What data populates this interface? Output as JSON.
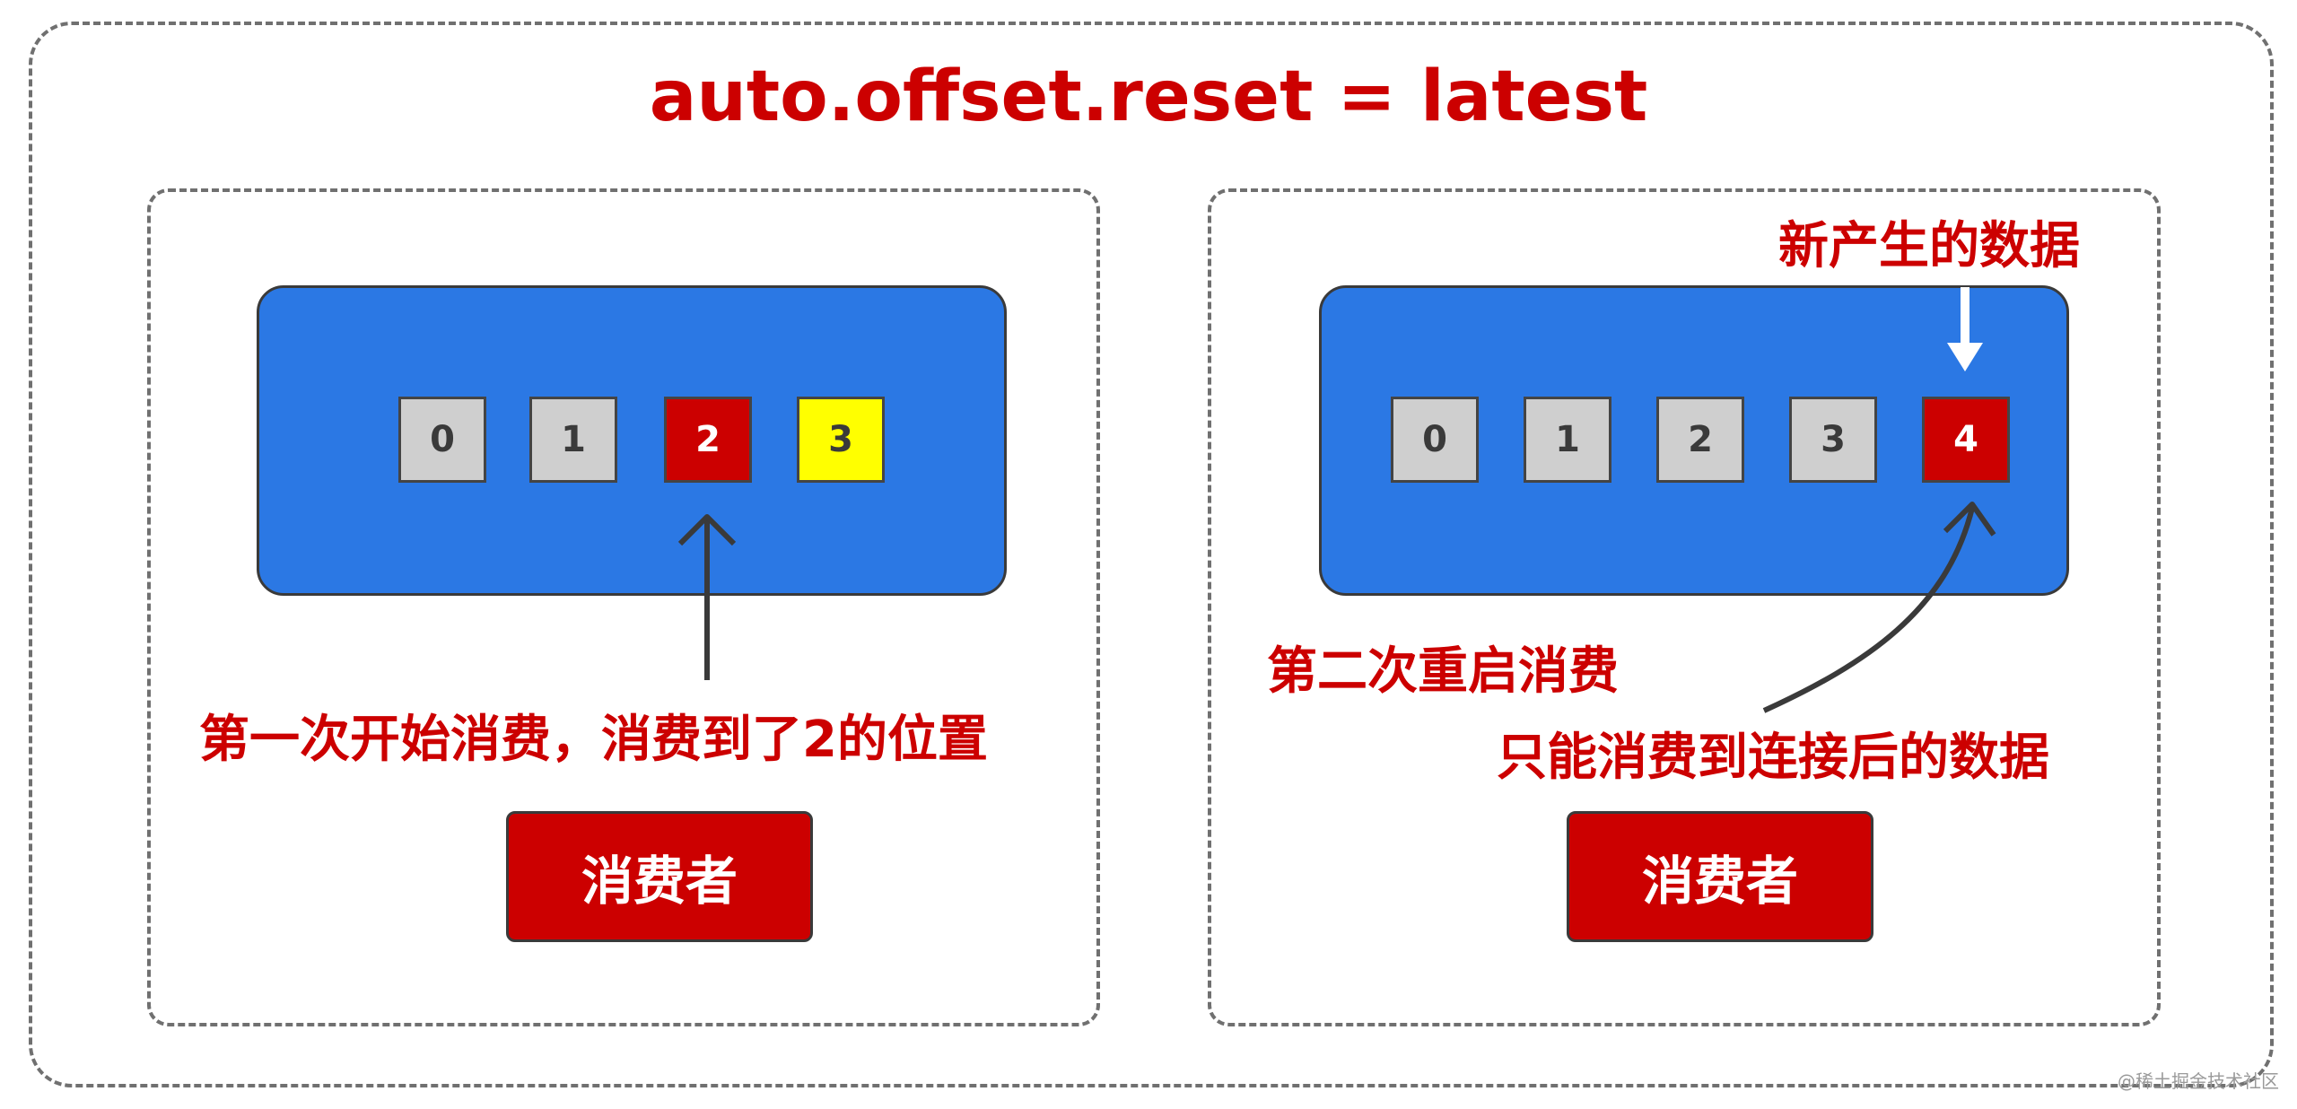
{
  "title": "auto.offset.reset = latest",
  "colors": {
    "title_red": "#cc0000",
    "topic_blue": "#2b78e4",
    "cell_gray": "#cfcfcf",
    "cell_red": "#cc0000",
    "cell_yellow": "#ffff00",
    "border_gray": "#707070"
  },
  "left_panel": {
    "cells": [
      "0",
      "1",
      "2",
      "3"
    ],
    "note": "第一次开始消费，消费到了2的位置",
    "consumer_label": "消费者"
  },
  "right_panel": {
    "cells": [
      "0",
      "1",
      "2",
      "3",
      "4"
    ],
    "new_data_label": "新产生的数据",
    "restart_label": "第二次重启消费",
    "note": "只能消费到连接后的数据",
    "consumer_label": "消费者"
  },
  "watermark": "@稀土掘金技术社区"
}
